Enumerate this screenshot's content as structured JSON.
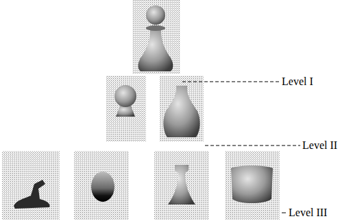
{
  "diagram": {
    "labels": [
      "Level I",
      "Level II",
      "Level III"
    ]
  }
}
